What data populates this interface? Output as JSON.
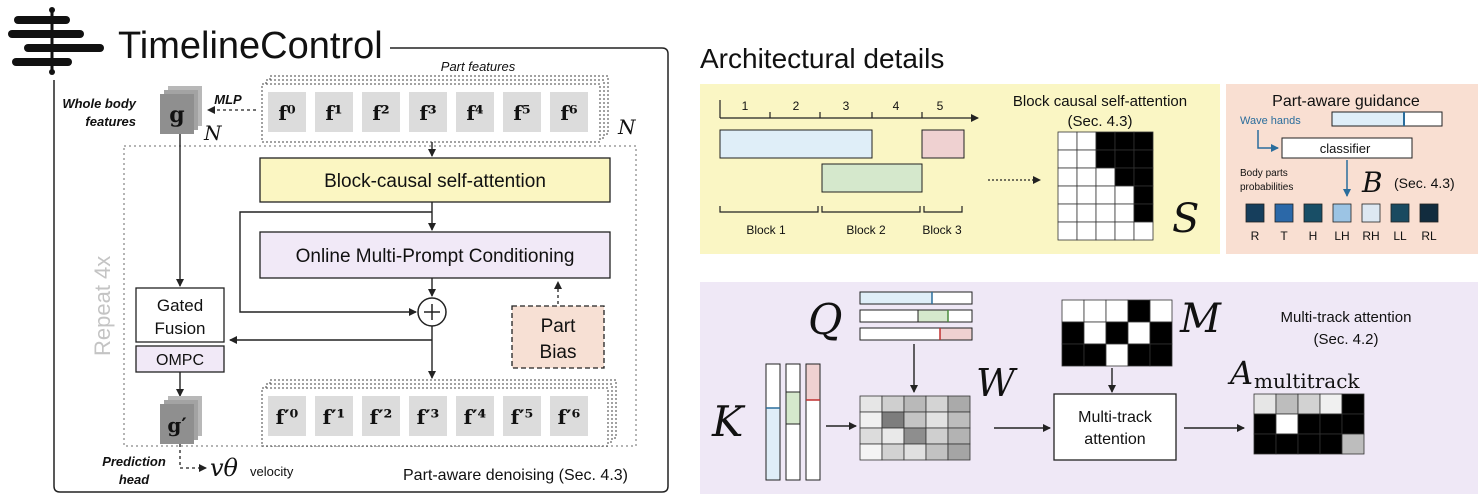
{
  "brand": {
    "name": "TimelineControl"
  },
  "left": {
    "part_features_label": "Part features",
    "whole_body_label_1": "Whole body",
    "whole_body_label_2": "features",
    "mlp_label": "MLP",
    "g_symbol": "g",
    "g_prime_symbol": "g′",
    "n_symbol": "N",
    "features_top": [
      "f⁰",
      "f¹",
      "f²",
      "f³",
      "f⁴",
      "f⁵",
      "f⁶"
    ],
    "features_bottom": [
      "f′⁰",
      "f′¹",
      "f′²",
      "f′³",
      "f′⁴",
      "f′⁵",
      "f′⁶"
    ],
    "block_causal": "Block-causal self-attention",
    "ompc_full": "Online Multi-Prompt Conditioning",
    "gated_fusion_1": "Gated",
    "gated_fusion_2": "Fusion",
    "ompc_short": "OMPC",
    "repeat": "Repeat 4x",
    "part_bias_1": "Part",
    "part_bias_2": "Bias",
    "prediction_head_1": "Prediction",
    "prediction_head_2": "head",
    "v_theta": "vθ",
    "velocity": "velocity",
    "denoising": "Part-aware denoising (Sec. 4.3)"
  },
  "right": {
    "title": "Architectural details",
    "timeline_ticks": [
      "1",
      "2",
      "3",
      "4",
      "5"
    ],
    "blocks": [
      "Block 1",
      "Block 2",
      "Block 3"
    ],
    "block_causal_title": "Block causal self-attention",
    "block_causal_sec": "(Sec. 4.3)",
    "s_symbol": "S",
    "part_aware_title": "Part-aware guidance",
    "wave_hands": "Wave hands",
    "classifier": "classifier",
    "probs_1": "Body parts",
    "probs_2": "probabilities",
    "b_symbol": "B",
    "b_sec": "(Sec. 4.3)",
    "parts": [
      "R",
      "T",
      "H",
      "LH",
      "RH",
      "LL",
      "RL"
    ],
    "q_symbol": "Q",
    "k_symbol": "K",
    "w_symbol": "W",
    "m_symbol": "M",
    "multitrack_box_1": "Multi-track",
    "multitrack_box_2": "attention",
    "multitrack_title": "Multi-track attention",
    "multitrack_sec": "(Sec. 4.2)",
    "a_symbol": "A",
    "a_sub": "multitrack"
  },
  "colors": {
    "yellow_panel": "#faf6c4",
    "peach_panel": "#f9dfd2",
    "purple_panel": "#efe8f6",
    "block_causal_fill": "#fbf6c2",
    "ompc_fill": "#f1e9f7",
    "part_bias_fill": "#f7e0d4",
    "segment_blue": "#dfeef8",
    "segment_green": "#d5e8cc",
    "segment_pink": "#efd1d1",
    "accent_blue": "#2a6d9c"
  }
}
